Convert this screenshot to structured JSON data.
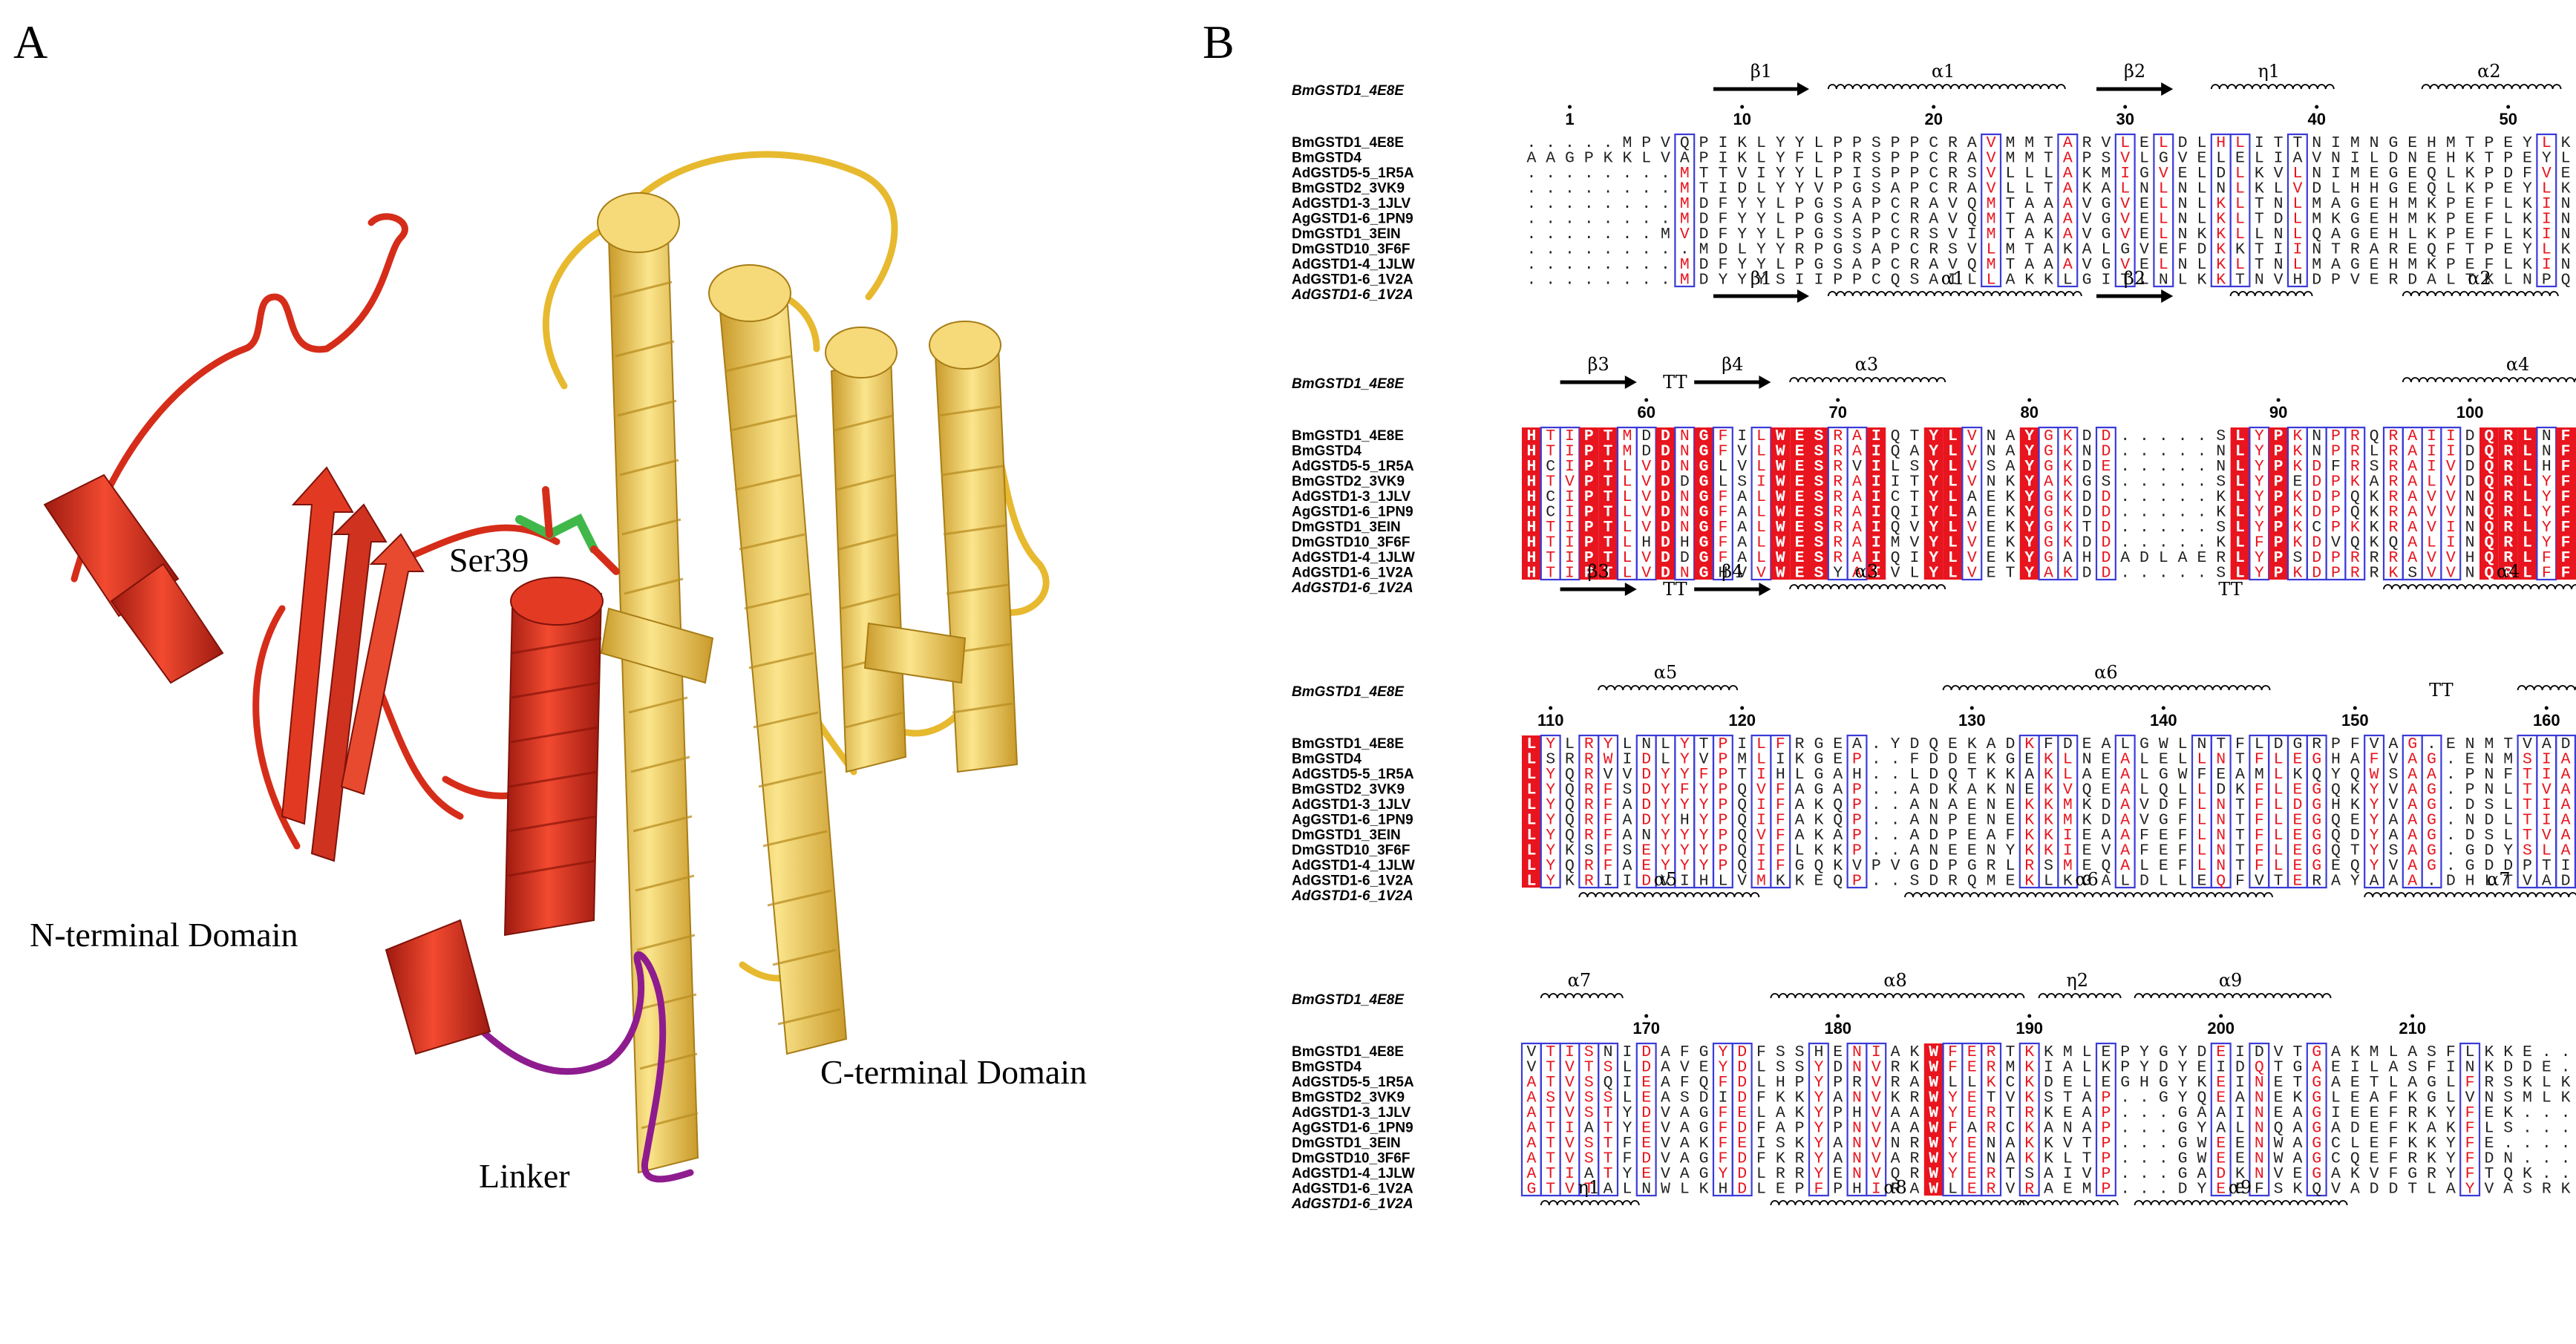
{
  "panels": {
    "a": {
      "letter": "A",
      "labels": {
        "ser": "Ser39",
        "n_domain": "N-terminal Domain",
        "c_domain": "C-terminal Domain",
        "linker": "Linker"
      },
      "colors": {
        "n_domain": "#e33a24",
        "c_domain": "#f2d160",
        "linker": "#8e1c8e",
        "ser": "#3fb849"
      }
    },
    "b": {
      "letter": "B",
      "reference_top": "BmGSTD1_4E8E",
      "reference_bottom": "AdGSTD1-6_1V2A",
      "names": [
        "BmGSTD1_4E8E",
        "BmGSTD4",
        "AdGSTD5-5_1R5A",
        "BmGSTD2_3VK9",
        "AdGSTD1-3_1JLV",
        "AgGSTD1-6_1PN9",
        "DmGSTD1_3EIN",
        "DmGSTD10_3F6F",
        "AdGSTD1-4_1JLW",
        "AdGSTD1-6_1V2A"
      ],
      "colors": {
        "identical_bg": "#e8141e",
        "identical_fg": "#ffffff",
        "similar_fg": "#e8141e",
        "box": "#3b3bd8",
        "other": "#222222"
      },
      "blocks": [
        {
          "seqs": [
            ".....MPVQPIKLYYLPPSPPCRAVMMTARVLELDLHLITTNIMNGEHMTPEYLKMNPQ",
            "AAGPKKLVAPIKLYFLPRSPPCRAVMMTAPSVLGVELELIAVNILDNEHKTPEYLKMNPQ",
            "........MTTVIYYLPISPPCRSVLLLAKMIGVELDLKVLNIMEGEQLKPDFVELNPQ",
            "........MTIDLYYVPGSAPCRAVLLTAKALNLNLNLKLVDLHHGEQLKPEYLKINPQ",
            "........MDFYYLPGSAPCRAVQMTAAAVGVELNLKLTNLMAGEHMKPEFLKINPQ",
            "........MDFYYLPGSAPCRAVQMTAAAVGVELNLKLTDLMKGEHMKPEFLKINPQ",
            ".......MVDFYYLPGSSPCRSVIMTAKAVGVELNKKLLNLQAGEHLKPEFLKINPQ",
            ".........MDLYYRPGSAPCRSVLMTAKALGVEFDKKTIINTRAREQFTPEYLKINPQ",
            "........MDFYYLPGSAPCRAVQMTAAAVGVELNLKLTNLMAGEHMKPEFLKINPQ",
            "........MDYYYSIIPPCQSAILLAKKLGITLNLKKTNVHDPVERDALTKLNPQ"
          ],
          "ss_top": [
            [
              "arrow",
              "β1",
              10,
              14
            ],
            [
              "helix",
              "α1",
              16,
              27
            ],
            [
              "arrow",
              "β2",
              30,
              33
            ],
            [
              "helix",
              "η1",
              36,
              41
            ],
            [
              "helix",
              "α2",
              47,
              53
            ]
          ],
          "ss_bottom": [
            [
              "arrow",
              "β1",
              10,
              14
            ],
            [
              "helix",
              "α1",
              16,
              28
            ],
            [
              "arrow",
              "β2",
              30,
              33
            ],
            [
              "helix",
              "",
              37,
              40
            ],
            [
              "helix",
              "α2",
              46,
              53
            ]
          ],
          "numbers": [
            [
              1,
              2
            ],
            [
              10,
              11
            ],
            [
              20,
              21
            ],
            [
              30,
              31
            ],
            [
              40,
              41
            ],
            [
              50,
              51
            ]
          ]
        },
        {
          "seqs": [
            "HTIPTMDDNGFILWESRAIQTYLVNAYGKDD.....SLYPKNPRQRAIIDQRLNFDLGT",
            "HTIPTMDDNGFVLWESRAIQAYLVNAYGKND.....NLYPKNPRLRAIIDQRLNFDLGT",
            "HCIPTLVDNGLVLWESRVILSYLVSAYGKDE.....NLYPKDFRSRAIVDQRLHFDLGT",
            "HTVPTLVDDGLSIWESRAIITYLVNKYAKGS.....SLYPEDPKARALVDQRLYFDIGT",
            "HCIPTLVDNGFALWESRAICTYLAEKYGKDD.....KLYPKDPQKRAVVNQRLYFDMGT",
            "HCIPTLVDNGFALWESRAIQIYLAEKYGKDD.....KLYPKDPQKRAVVNQRLYFDMGT",
            "HTIPTLVDNGFALWESRAIQVYLVEKYGKTD.....SLYPKCPKKRAVINQRLYFDMGT",
            "HTIPTLHDHGFALWESRAIMVYLVEKYGKDD.....KLFPKDVQKQALINQRLYFDMGT",
            "HTIPTLVDDGFALWESRAIQIYLVEKYGAHDADLAERLYPSDPRRRAVVHQRLFFDVAV",
            "HTIPTLVDNGHVVWESYAIVLYLVETYAKDD.....SLYPKDPRRKSVVNQRLFFDLGT"
          ],
          "ss_top": [
            [
              "arrow",
              "β3",
              2,
              5
            ],
            [
              "tt",
              "TT",
              7,
              8
            ],
            [
              "arrow",
              "β4",
              9,
              12
            ],
            [
              "helix",
              "α3",
              14,
              21
            ],
            [
              "helix",
              "α4",
              46,
              57
            ]
          ],
          "ss_bottom": [
            [
              "arrow",
              "β3",
              2,
              5
            ],
            [
              "tt",
              "TT",
              7,
              8
            ],
            [
              "arrow",
              "β4",
              9,
              12
            ],
            [
              "helix",
              "α3",
              14,
              21
            ],
            [
              "tt",
              "TT",
              36,
              37
            ],
            [
              "helix",
              "α4",
              45,
              57
            ]
          ],
          "numbers": [
            [
              60,
              6
            ],
            [
              70,
              16
            ],
            [
              80,
              26
            ],
            [
              90,
              39
            ],
            [
              100,
              49
            ]
          ]
        },
        {
          "seqs": [
            "LYLRYLNLYTPILFRGEA.YDQEKADKFDEALGWLNTFLDGRPFVAG.ENMTVADITIV",
            "LSRRWIDLYVPMLIKGEP..FDDEKGEKLNEALELLNTFLEGHAFVAG.ENMSIADISL",
            "LYQRVVDYYFPTIHLGAH..LDQTKKAKLAEALGWFEAMLKQYQWSAA.PNFTIADIALC",
            "LYQRFSDYFYPQVFAGAP..ADKAKNEKVQEALQLLDKFLEGQKYVAG.PNLTVADLSLI",
            "LYQRFADYYYPQIFAKQP..ANAENEKKMKDAVDFLNTFLDGHKYVAG.DSLTIADLTVL",
            "LYQRFADYHYPQIFAKQP..ANPENEKKMKDAVGFLNTFLEGQEYAAG.NDLTIADLSLA",
            "LYQRFANYYYPQVFAKAP..ADPEAFKKIEAAFEFLNTFLEGQDYAAG.DSLTVADIALV",
            "LYKSFSEYYYPQIFLKKP..ANEENYKKIEVAFEFLNTFLEGQTYSAG.GDYSLADIAFL",
            "LYQRFAEYYYPQIFGQKVPVGDPGRLRSMEQALEFLNTFLEGEQYVAG.GDDPTIADLSIL",
            "LYKRIIDVIHLVMKKEQP..SDRQMEKLKGALDLLEQFVTERAYAAA.DHLTVADICLL"
          ],
          "ss_top": [
            [
              "helix",
              "α5",
              4,
              10
            ],
            [
              "helix",
              "α6",
              22,
              38
            ],
            [
              "tt",
              "TT",
              47,
              48
            ],
            [
              "helix",
              "",
              52,
              58
            ]
          ],
          "ss_bottom": [
            [
              "helix",
              "α5",
              3,
              11
            ],
            [
              "helix",
              "α6",
              20,
              38
            ],
            [
              "helix",
              "α7",
              44,
              57
            ]
          ],
          "numbers": [
            [
              110,
              1
            ],
            [
              120,
              11
            ],
            [
              130,
              23
            ],
            [
              140,
              33
            ],
            [
              150,
              43
            ],
            [
              160,
              53
            ]
          ]
        },
        {
          "seqs": [
            "VTISNIDAFGYDFSSHENIAKWFERTKKMLEPYGYDEIDVTGAKMLASFLKKE...",
            "VTVTSLDAVEYDLSSYDNVRKWFERMKIALKPYDYEIDQTGAEILASFINKDDE.",
            "ATVSQIEAFQFDLHPYPRVRAWLLKCKDELEGHGYKEINETGAETLAGLFRSKLKQ",
            "ASVSSLEASDIDFKKYANVKRWYETVKSTAP..GYQEANEKGLEAFKGLVNSMLKK",
            "ATVSTYDVAGFELAKYPHVAAWYERTRKEAP...GAAINEAGIEEFRKYFEK....",
            "ATIATYEVAGFDFAPYPNVAAWFARCKANAP...GYALNQAGADEFKAKFLS....",
            "ATVSTFEVAKFEISKYANVNRWYENAKKVTP...GWEENWAGCLEFKKYFE.....",
            "ATVSTFDVAGFDFKRYANVARWYENAKKLTP...GWEENWAGCQEFRKYFDN....",
            "ATIATYEVAGYDLRRYENVQRWYERTSAIVP...GADKNVEGAKVFGRYFTQK...",
            "GTVTALNWLKHDLEPFPHIRAWLERVRAEMP...DYEEFSKQVADDTLAYVASRK."
          ],
          "ss_top": [
            [
              "helix",
              "α7",
              1,
              4
            ],
            [
              "helix",
              "α8",
              13,
              25
            ],
            [
              "helix",
              "η2",
              27,
              30
            ],
            [
              "helix",
              "α9",
              32,
              41
            ]
          ],
          "ss_bottom": [
            [
              "helix",
              "η1",
              1,
              5
            ],
            [
              "helix",
              "α8",
              13,
              25
            ],
            [
              "helix",
              "",
              26,
              30
            ],
            [
              "helix",
              "α9",
              32,
              42
            ]
          ],
          "numbers": [
            [
              170,
              6
            ],
            [
              180,
              16
            ],
            [
              190,
              26
            ],
            [
              200,
              36
            ],
            [
              210,
              46
            ]
          ]
        }
      ]
    }
  }
}
